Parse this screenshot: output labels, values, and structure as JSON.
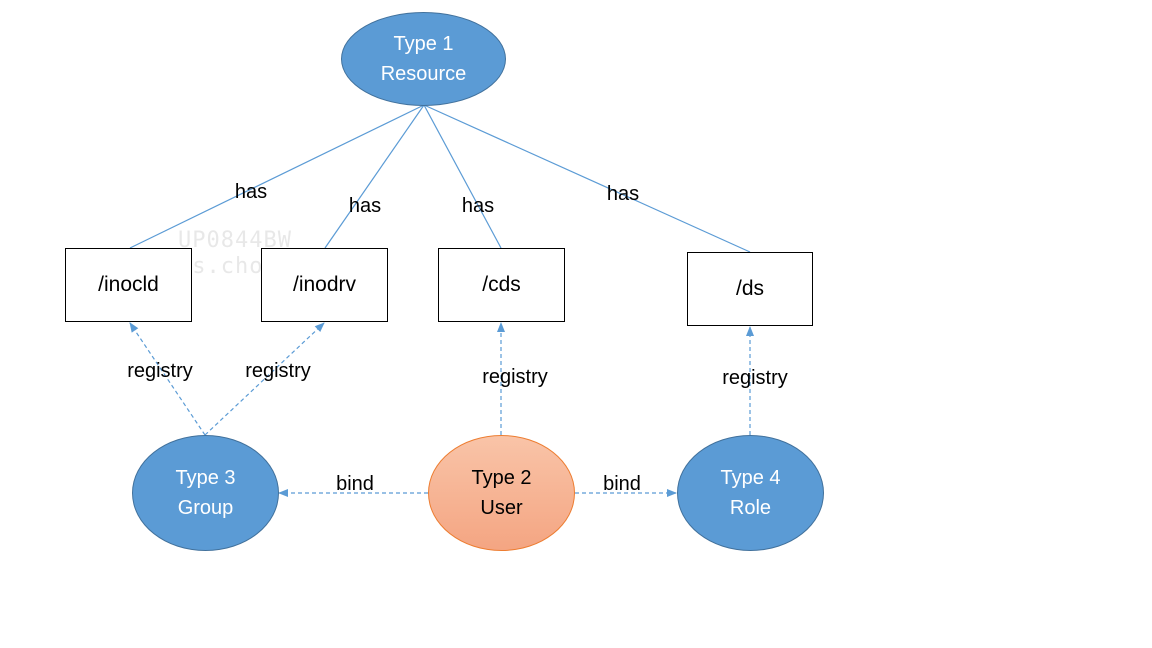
{
  "nodes": {
    "resource": {
      "line1": "Type 1",
      "line2": "Resource"
    },
    "user": {
      "line1": "Type 2",
      "line2": "User"
    },
    "group": {
      "line1": "Type 3",
      "line2": "Group"
    },
    "role": {
      "line1": "Type 4",
      "line2": "Role"
    }
  },
  "boxes": {
    "inocld": "/inocld",
    "inodrv": "/inodrv",
    "cds": "/cds",
    "ds": "/ds"
  },
  "edge_labels": {
    "has_inocld": "has",
    "has_inodrv": "has",
    "has_cds": "has",
    "has_ds": "has",
    "registry_inocld": "registry",
    "registry_inodrv": "registry",
    "registry_cds": "registry",
    "registry_ds": "registry",
    "bind_group": "bind",
    "bind_role": "bind"
  },
  "watermark": {
    "line1": "UP0844BW",
    "line2": "ds.chou"
  },
  "colors": {
    "blue_fill": "#5b9bd5",
    "blue_stroke": "#41719c",
    "orange_fill": "#f4a582",
    "orange_stroke": "#ed7d31",
    "edge": "#5b9bd5"
  }
}
